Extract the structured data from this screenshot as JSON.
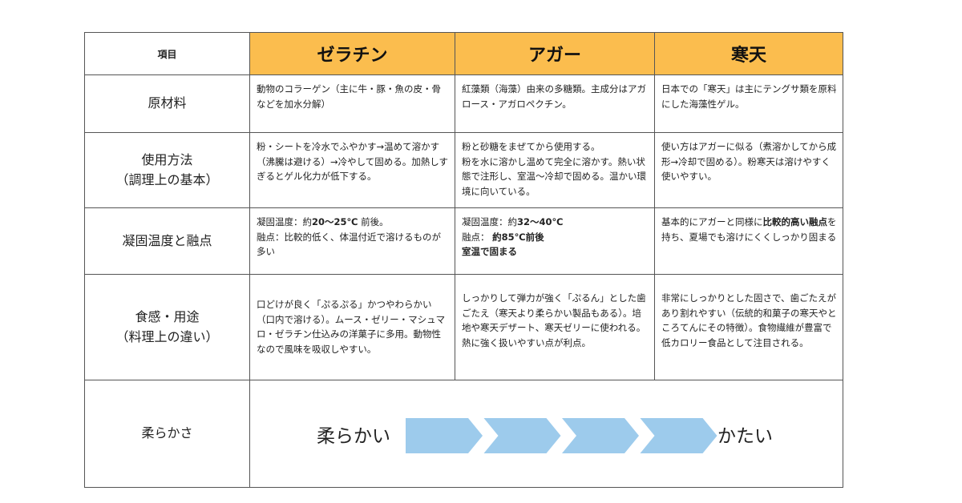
{
  "header": {
    "item_label": "項目",
    "columns": [
      "ゼラチン",
      "アガー",
      "寒天"
    ]
  },
  "rows": [
    {
      "label_lines": [
        "原材料"
      ],
      "cells": [
        [
          {
            "t": "動物のコラーゲン（主に牛・豚・魚の皮・骨などを加水分解）"
          }
        ],
        [
          {
            "t": "紅藻類（海藻）由来の多糖類。主成分はアガロース・アガロペクチン。"
          }
        ],
        [
          {
            "t": "日本での「寒天」は主にテングサ類を原料にした海藻性ゲル。"
          }
        ]
      ]
    },
    {
      "label_lines": [
        "使用方法",
        "（調理上の基本）"
      ],
      "cells": [
        [
          {
            "t": "粉・シートを冷水でふやかす→温めて溶かす（沸騰は避ける）→冷やして固める。加熱しすぎるとゲル化力が低下する。"
          }
        ],
        [
          {
            "t": "粉と砂糖をまぜてから使用する。"
          },
          {
            "t": "粉を水に溶かし温めて完全に溶かす。熱い状態で注形し、室温～冷却で固める。温かい環境に向いている。"
          }
        ],
        [
          {
            "t": "使い方はアガーに似る（煮溶かしてから成形→冷却で固める）。粉寒天は溶けやすく使いやすい。"
          }
        ]
      ]
    },
    {
      "label_lines": [
        "凝固温度と融点"
      ],
      "cells": [
        [
          {
            "t": "凝固温度：約",
            "b": "20～25℃",
            "a": " 前後。"
          },
          {
            "t": "融点：比較的低く、体温付近で溶けるものが多い"
          }
        ],
        [
          {
            "t": "凝固温度：約",
            "b": "32～40℃"
          },
          {
            "t": "融点： ",
            "b": "約85℃前後"
          },
          {
            "b": "室温で固まる"
          }
        ],
        [
          {
            "t": "基本的にアガーと同様に",
            "b": "比較的高い融点",
            "a": "を持ち、夏場でも溶けにくくしっかり固まる"
          }
        ]
      ]
    },
    {
      "label_lines": [
        "食感・用途",
        "（料理上の違い）"
      ],
      "cells": [
        [
          {
            "t": "口どけが良く「ぷるぷる」かつやわらかい（口内で溶ける）。ムース・ゼリー・マシュマロ・ゼラチン仕込みの洋菓子に多用。動物性なので風味を吸収しやすい。"
          }
        ],
        [
          {
            "t": "しっかりして弾力が強く「ぷるん」とした歯ごたえ（寒天より柔らかい製品もある）。培地や寒天デザート、寒天ゼリーに使われる。熱に強く扱いやすい点が利点。"
          }
        ],
        [
          {
            "t": "非常にしっかりとした固さで、歯ごたえがあり割れやすい（伝統的和菓子の寒天やところてんにその特徴）。食物繊維が豊富で低カロリー食品として注目される。"
          }
        ]
      ]
    }
  ],
  "softness": {
    "label": "柔らかさ",
    "left_label": "柔らかい",
    "right_label": "かたい",
    "arrow_count": 4,
    "arrow_color": "#9dcbec"
  }
}
